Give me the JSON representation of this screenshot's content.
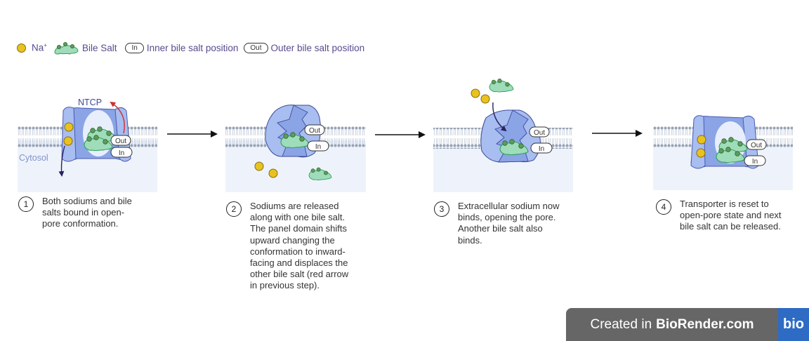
{
  "legend": {
    "sodium_label": "Na",
    "sodium_superscript": "+",
    "bile_salt_label": "Bile Salt",
    "inner_pill": "In",
    "inner_label": "Inner bile salt  position",
    "outer_pill": "Out",
    "outer_label": "Outer bile salt  position"
  },
  "panels": [
    {
      "protein_label": "NTCP",
      "region_label": "Cytosol",
      "out_tag": "Out",
      "in_tag": "In"
    },
    {
      "out_tag": "Out",
      "in_tag": "In"
    },
    {
      "out_tag": "Out",
      "in_tag": "In"
    },
    {
      "out_tag": "Out",
      "in_tag": "In"
    }
  ],
  "steps": [
    {
      "number": "1",
      "text": "Both sodiums and bile salts bound in open-pore conformation."
    },
    {
      "number": "2",
      "text": "Sodiums are released along with one bile salt. The panel domain shifts upward changing the conformation to inward-facing and displaces the other bile salt (red arrow in previous step)."
    },
    {
      "number": "3",
      "text": "Extracellular sodium now binds, opening the pore. Another bile salt also binds."
    },
    {
      "number": "4",
      "text": "Transporter is reset to open-pore state and next bile salt can be released."
    }
  ],
  "watermark": {
    "prefix": "Created in",
    "brand": "BioRender.com",
    "logo": "bio"
  },
  "colors": {
    "sodium": "#e8c21e",
    "protein": "#8aa4e6",
    "protein_dark": "#3c4a9a",
    "bile_salt": "#9fdcba",
    "bile_salt_edge": "#2ea05a",
    "cytosol": "#eef3fb",
    "text_purple": "#5a4a8e",
    "red_arrow": "#d03030",
    "badge_gray": "#666666",
    "badge_blue": "#2d6bc4"
  }
}
